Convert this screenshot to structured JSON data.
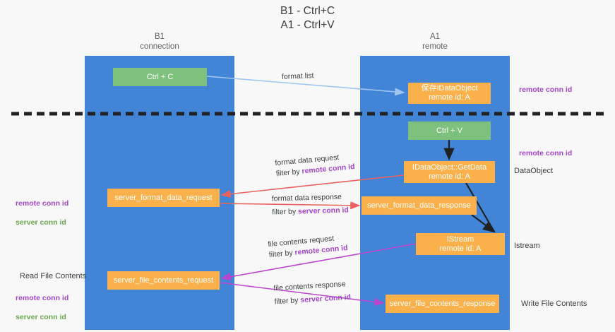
{
  "diagram": {
    "title": "B1 - Ctrl+C\nA1 - Ctrl+V",
    "columns": [
      {
        "id": "b1",
        "heading": "B1\nconnection"
      },
      {
        "id": "a1",
        "heading": "A1\nremote"
      }
    ],
    "nodes": [
      {
        "id": "ctrl-c",
        "label": "Ctrl + C",
        "color": "#7ec17e"
      },
      {
        "id": "save-idataobject",
        "label": "保存IDataObject\nremote id: A",
        "color": "#fbb14b"
      },
      {
        "id": "ctrl-v",
        "label": "Ctrl + V",
        "color": "#7ec17e"
      },
      {
        "id": "idataobject-getdata",
        "label": "IDataObject::GetData\nremote id: A",
        "color": "#fbb14b"
      },
      {
        "id": "server-format-data-request",
        "label": "server_format_data_request",
        "color": "#fbb14b"
      },
      {
        "id": "server-format-data-response",
        "label": "server_format_data_response",
        "color": "#fbb14b"
      },
      {
        "id": "istream",
        "label": "IStream\nremote id: A",
        "color": "#fbb14b"
      },
      {
        "id": "server-file-contents-request",
        "label": "server_file_contents_request",
        "color": "#fbb14b"
      },
      {
        "id": "server-file-contents-response",
        "label": "server_file_contents_response",
        "color": "#fbb14b"
      }
    ],
    "edge_captions": {
      "format_list": "format list",
      "format_data_request_line1": "format data request",
      "format_data_request_line2_prefix": "filter by ",
      "format_data_request_line2_key": "remote conn id",
      "format_data_response_line1": "format data response",
      "format_data_response_line2_prefix": "filter by ",
      "format_data_response_line2_key": "server conn id",
      "file_contents_request_line1": "file contents request",
      "file_contents_request_line2_prefix": "filter by ",
      "file_contents_request_line2_key": "remote conn id",
      "file_contents_response_line1": "file contents response",
      "file_contents_response_line2_prefix": "filter by ",
      "file_contents_response_line2_key": "server conn id"
    },
    "annotations": {
      "right_remote_conn_id_top": "remote conn id",
      "right_remote_conn_id_mid": "remote conn id",
      "right_dataobject": "DataObject",
      "right_istream": "Istream",
      "right_write_file_contents": "Write File Contents",
      "left_remote_conn_id": "remote conn id",
      "left_server_conn_id": "server conn id",
      "left_read_file_contents": "Read File Contents",
      "left_remote_conn_id_2": "remote conn id",
      "left_server_conn_id_2": "server conn id"
    },
    "colors": {
      "column_blue": "#4285d6",
      "node_green": "#7ec17e",
      "node_orange": "#fbb14b",
      "accent_purple": "#a347c9",
      "accent_green": "#6aa84f",
      "arrow_lightblue": "#9fc5f0",
      "arrow_red": "#e8635f",
      "arrow_magenta": "#bb45cc",
      "arrow_black": "#202124",
      "background": "#f8f8f8"
    }
  }
}
